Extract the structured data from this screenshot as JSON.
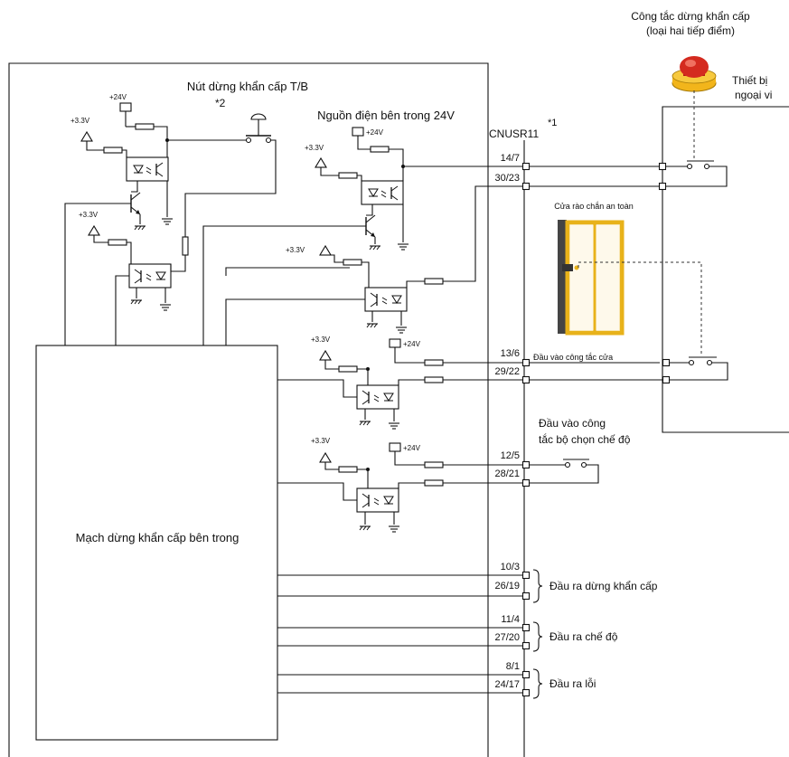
{
  "labels": {
    "emergency_switch_title_1": "Công tắc dừng khẩn cấp",
    "emergency_switch_title_2": "(loại hai tiếp điểm)",
    "peripheral_1": "Thiết bị",
    "peripheral_2": "ngoại vi",
    "tb_button": "Nút dừng khẩn cấp T/B",
    "note_2": "*2",
    "internal_power": "Nguồn điện bên trong 24V",
    "connector": "CNUSR11",
    "note_1": "*1",
    "safety_door": "Cửa rào chắn an toàn",
    "door_input": "Đầu vào công tắc cửa",
    "mode_input_1": "Đầu vào công",
    "mode_input_2": "tắc bộ chọn chế độ",
    "internal_circuit": "Mạch dừng khẩn cấp bên trong",
    "estop_output": "Đầu ra dừng khẩn cấp",
    "mode_output": "Đầu ra chế độ",
    "error_output": "Đầu ra lỗi"
  },
  "voltages": {
    "v24": "+24V",
    "v33": "+3.3V"
  },
  "pins": [
    "14/7",
    "30/23",
    "13/6",
    "29/22",
    "12/5",
    "28/21",
    "10/3",
    "26/19",
    "11/4",
    "27/20",
    "8/1",
    "24/17"
  ],
  "colors": {
    "button_red": "#d42a1f",
    "button_yellow": "#f2b51b",
    "door_frame": "#e8b21a",
    "door_post": "#444444"
  }
}
